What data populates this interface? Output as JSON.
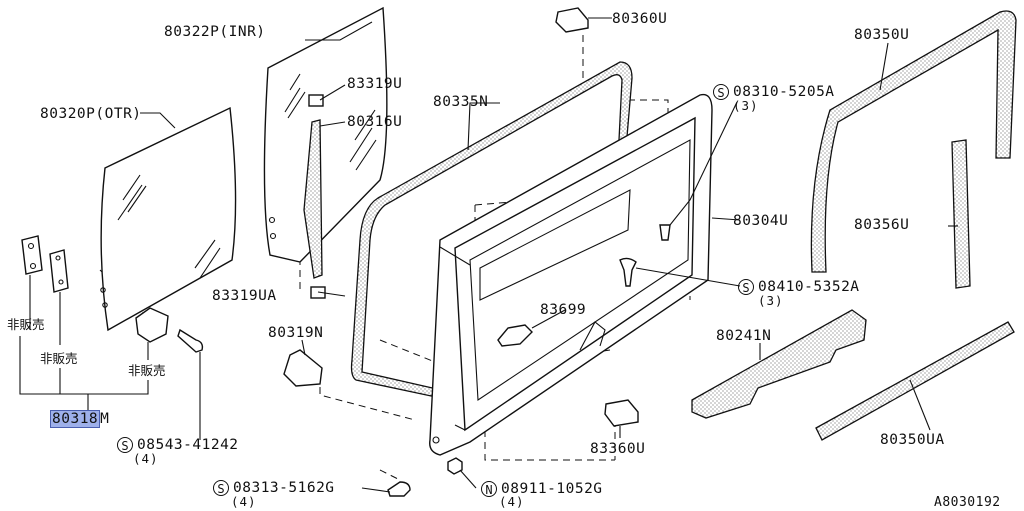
{
  "parts": {
    "p80322p": "80322P(INR)",
    "p80320p": "80320P(OTR)",
    "p83319u": "83319U",
    "p80316u": "80316U",
    "p80335n": "80335N",
    "p80360u": "80360U",
    "p08310_code": "08310-5205A",
    "p08310_qty": "(3)",
    "p80304u": "80304U",
    "p80350u": "80350U",
    "p80356u": "80356U",
    "p08410_code": "08410-5352A",
    "p08410_qty": "(3)",
    "p83319ua": "83319UA",
    "p80319n": "80319N",
    "p83699": "83699",
    "p80241n": "80241N",
    "p80318_hl": "80318",
    "p80318_sfx": "M",
    "p08543_code": "08543-41242",
    "p08543_qty": "(4)",
    "p83360u": "83360U",
    "p80350ua": "80350UA",
    "p08313_code": "08313-5162G",
    "p08313_qty": "(4)",
    "p08911_code": "08911-1052G",
    "p08911_qty": "(4)",
    "diagram_id": "A8030192"
  },
  "notes": {
    "not_for_sale": "非販売"
  },
  "symbols": {
    "screw": "S",
    "nut": "N"
  }
}
